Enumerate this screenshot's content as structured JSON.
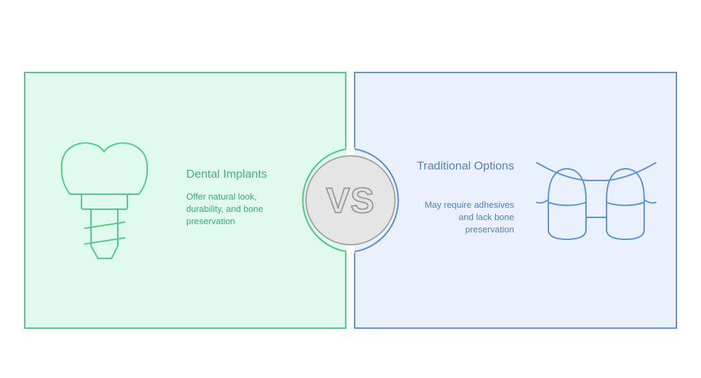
{
  "left": {
    "title": "Dental Implants",
    "description": "Offer natural look, durability, and bone preservation",
    "icon": "dental-implant-icon",
    "accent": "#4ccb87",
    "background": "#e0fbee"
  },
  "right": {
    "title": "Traditional Options",
    "description": "May require adhesives and lack bone preservation",
    "icon": "dental-bridge-icon",
    "accent": "#5b8fe0",
    "background": "#eaf1fd"
  },
  "center": {
    "label": "VS"
  }
}
